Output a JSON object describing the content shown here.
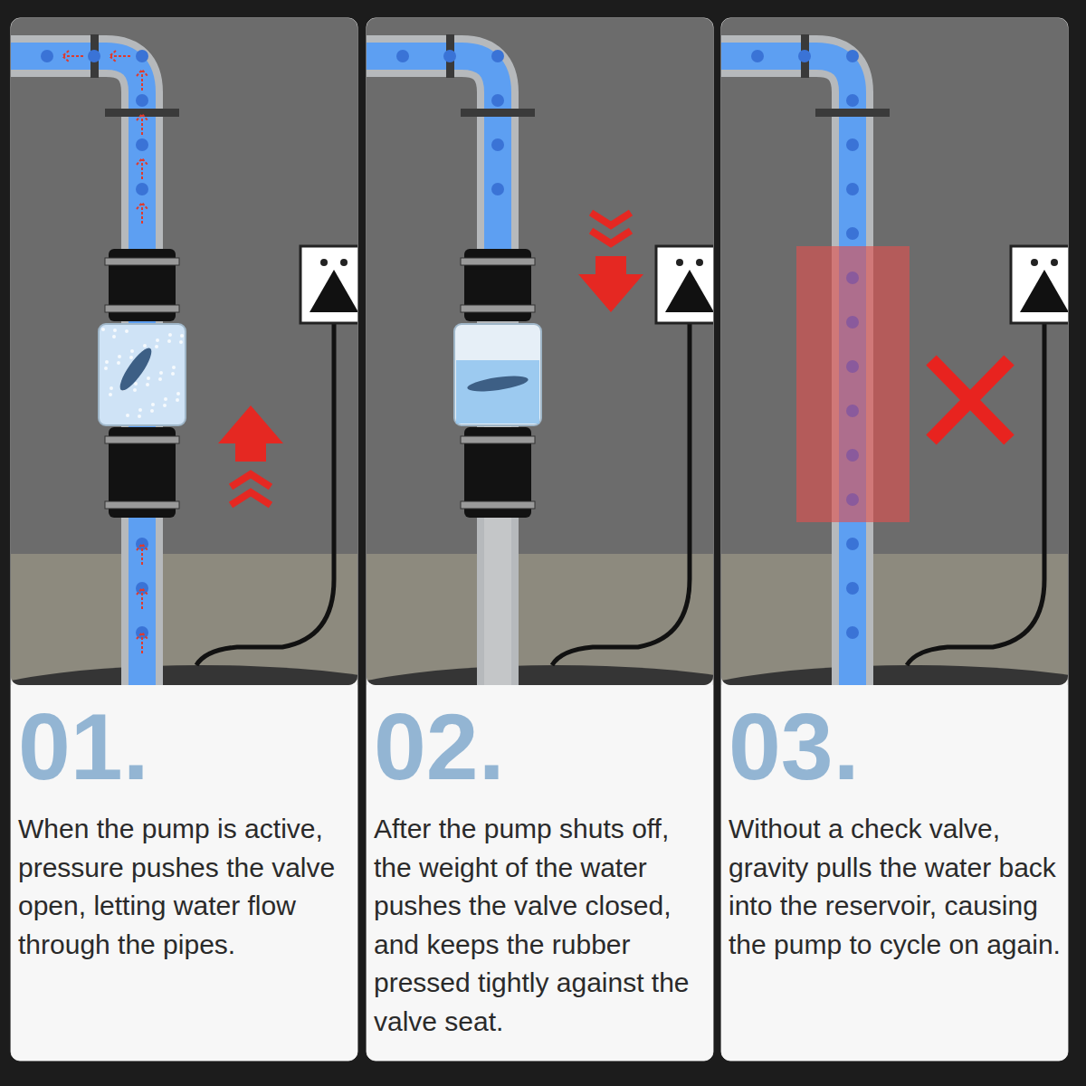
{
  "diagram": {
    "nodes": [
      {
        "text": [
          "01.",
          "When the pump is active, pressure pushes the valve open, letting water flow through the pipes."
        ]
      },
      {
        "text": [
          "02.",
          "After the pump shuts off, the weight of the water pushes the valve closed, and keeps the rubber pressed tightly against the valve seat."
        ]
      },
      {
        "text": [
          "03.",
          "Without a check valve, gravity pulls the water back into the reservoir, causing the pump to cycle on again."
        ]
      }
    ]
  }
}
